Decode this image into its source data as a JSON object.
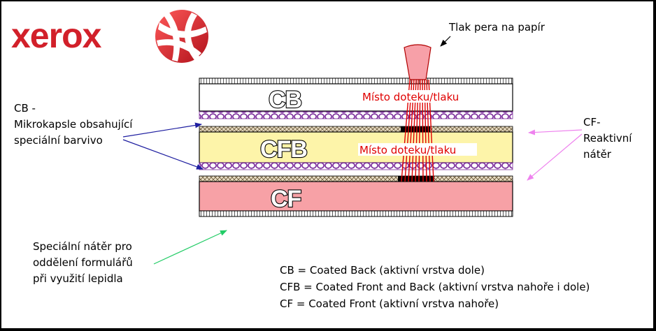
{
  "logo": {
    "wordmark": "xerox",
    "color": "#d2202a"
  },
  "labels": {
    "pen": "Tlak pera na papír",
    "cb_line1": "CB -",
    "cb_line2": "Mikrokapsle obsahující",
    "cb_line3": "speciální barvivo",
    "cf_line1": "CF-",
    "cf_line2": "Reaktivní",
    "cf_line3": "nátěr",
    "special_line1": "Speciální nátěr pro",
    "special_line2": "oddělení formulářů",
    "special_line3": "při využití lepidla",
    "contact_top": "Místo doteku/tlaku",
    "contact_mid": "Místo doteku/tlaku"
  },
  "layers": {
    "cb": "CB",
    "cfb": "CFB",
    "cf": "CF"
  },
  "legend": {
    "cb": "CB = Coated Back (aktivní vrstva dole)",
    "cfb": "CFB = Coated Front and Back (aktivní vrstva nahoře i dole)",
    "cf": "CF = Coated Front (aktivní vrstva nahoře)"
  },
  "colors": {
    "cfb_fill": "#fdf4a9",
    "cf_fill": "#f7a1a6",
    "capsule": "#7a2a9a",
    "pen_fill": "#f7a0a8",
    "blue_arrow": "#1e1ea0",
    "pink_arrow": "#ee82ee",
    "green_arrow": "#22cc66"
  }
}
